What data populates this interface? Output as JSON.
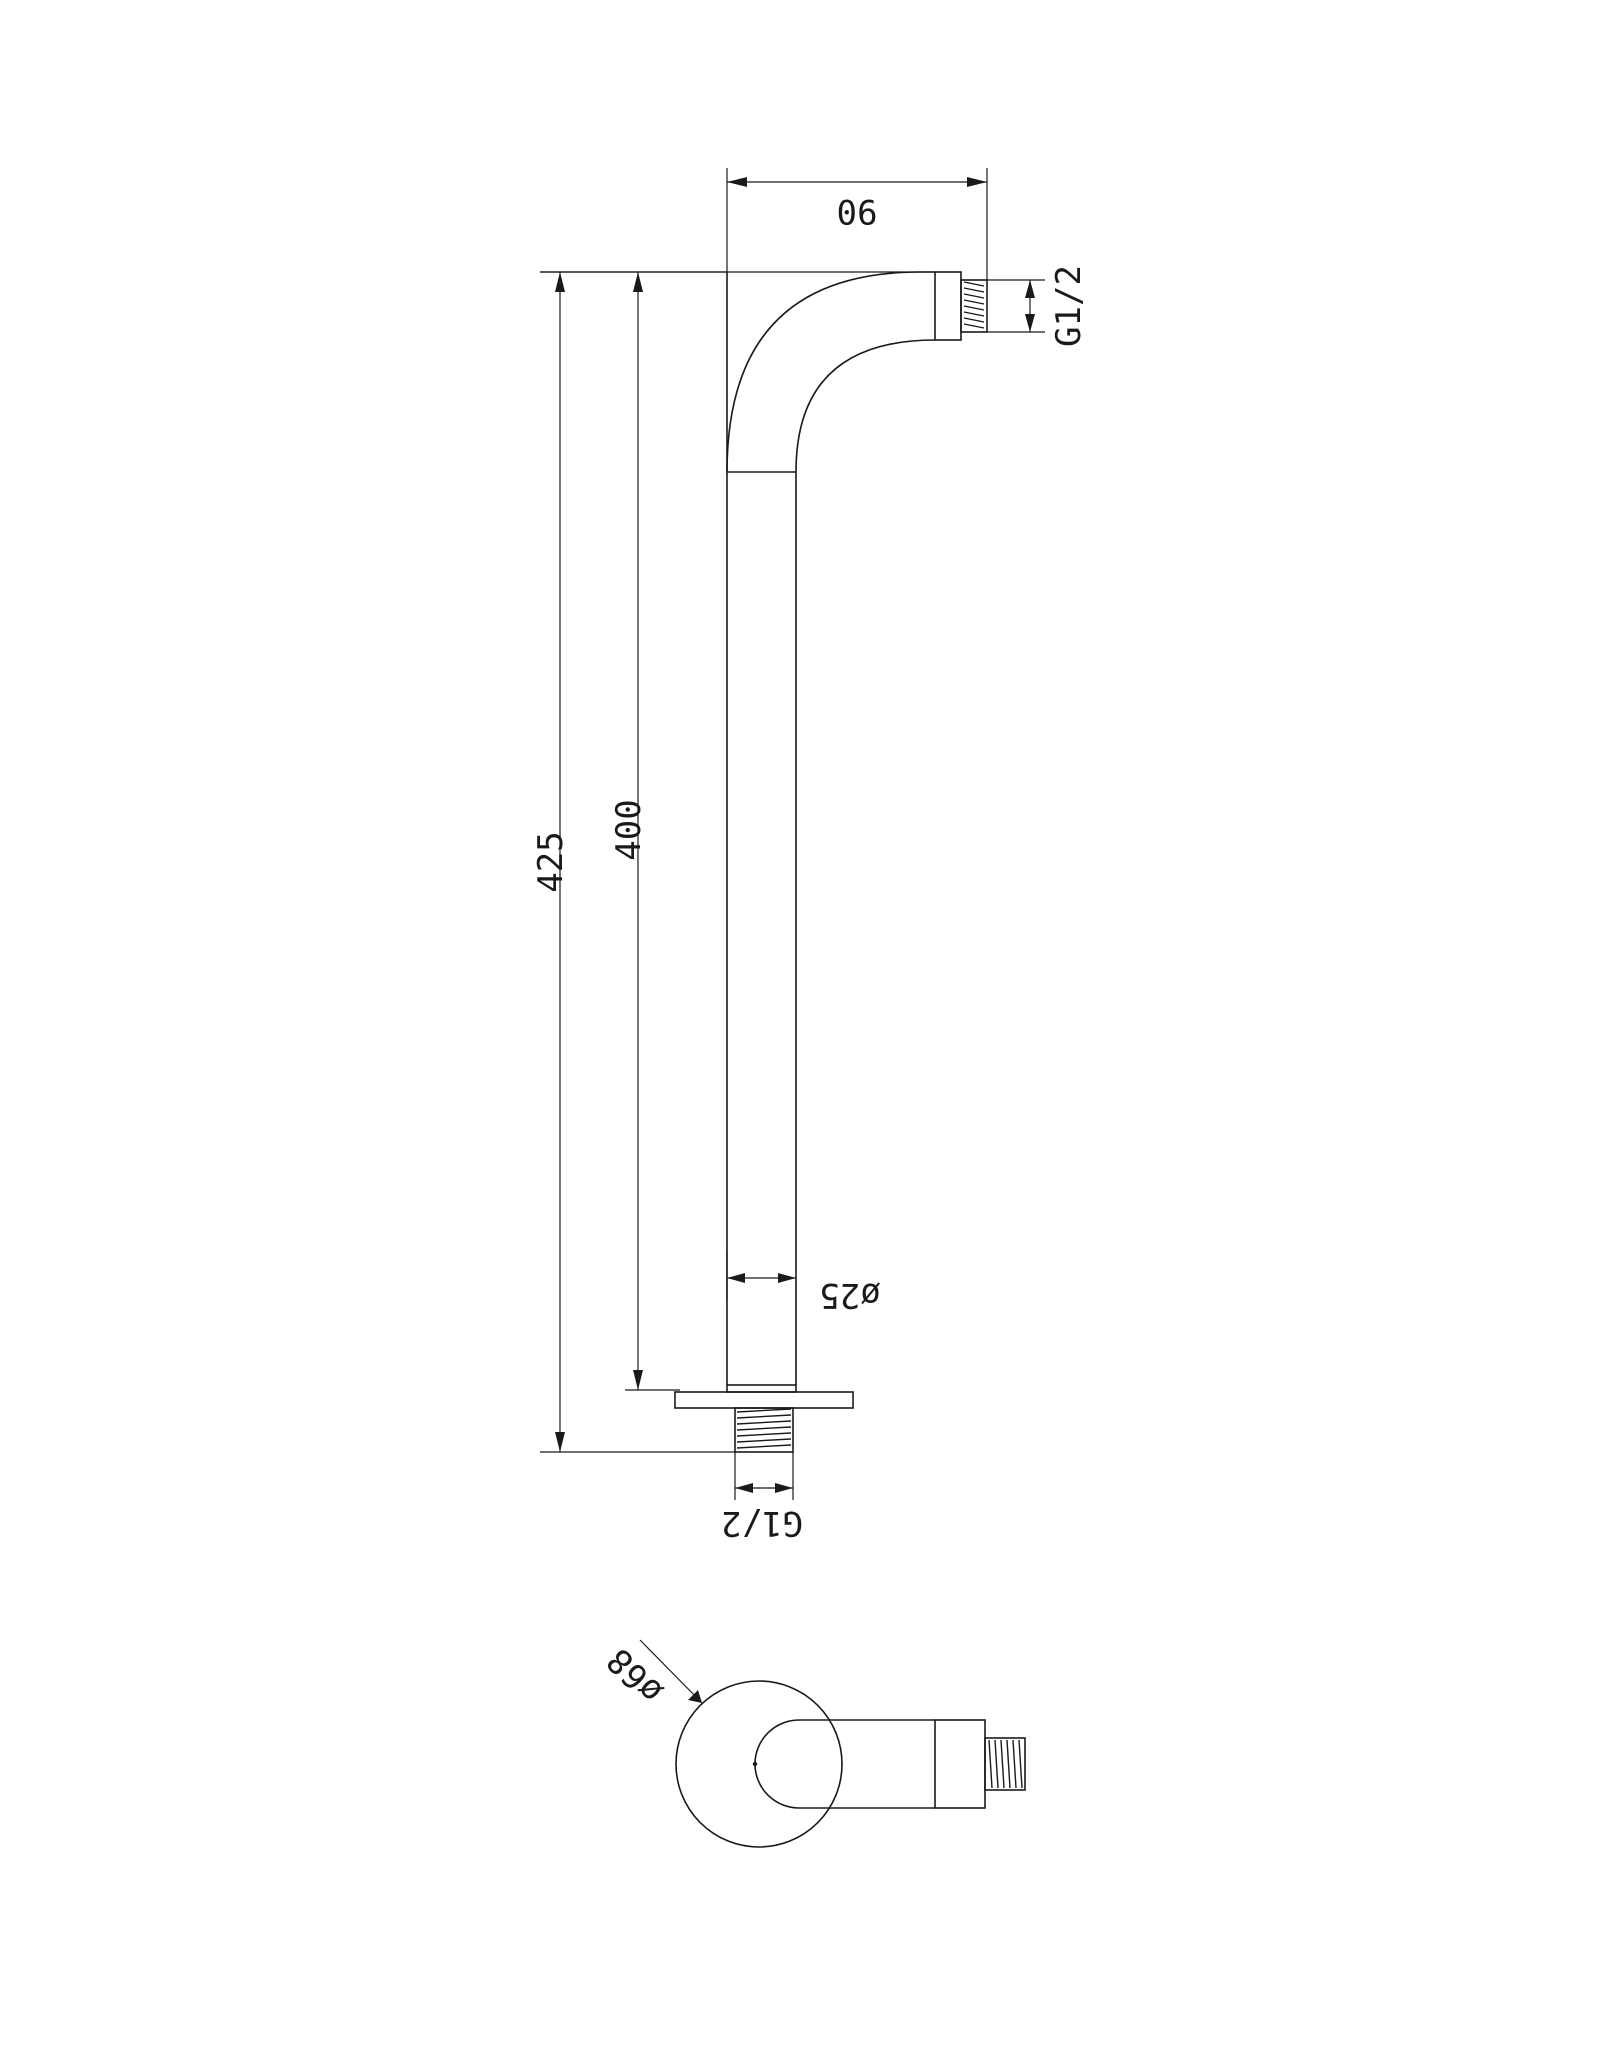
{
  "dimensions": {
    "width_90": "90",
    "height_425": "425",
    "height_400": "400",
    "pipe_diameter": "ø25",
    "flange_diameter": "ø68",
    "thread_outlet": "G1/2",
    "thread_inlet": "G1/2"
  },
  "colors": {
    "line": "#1a1a1a",
    "background": "#ffffff"
  }
}
